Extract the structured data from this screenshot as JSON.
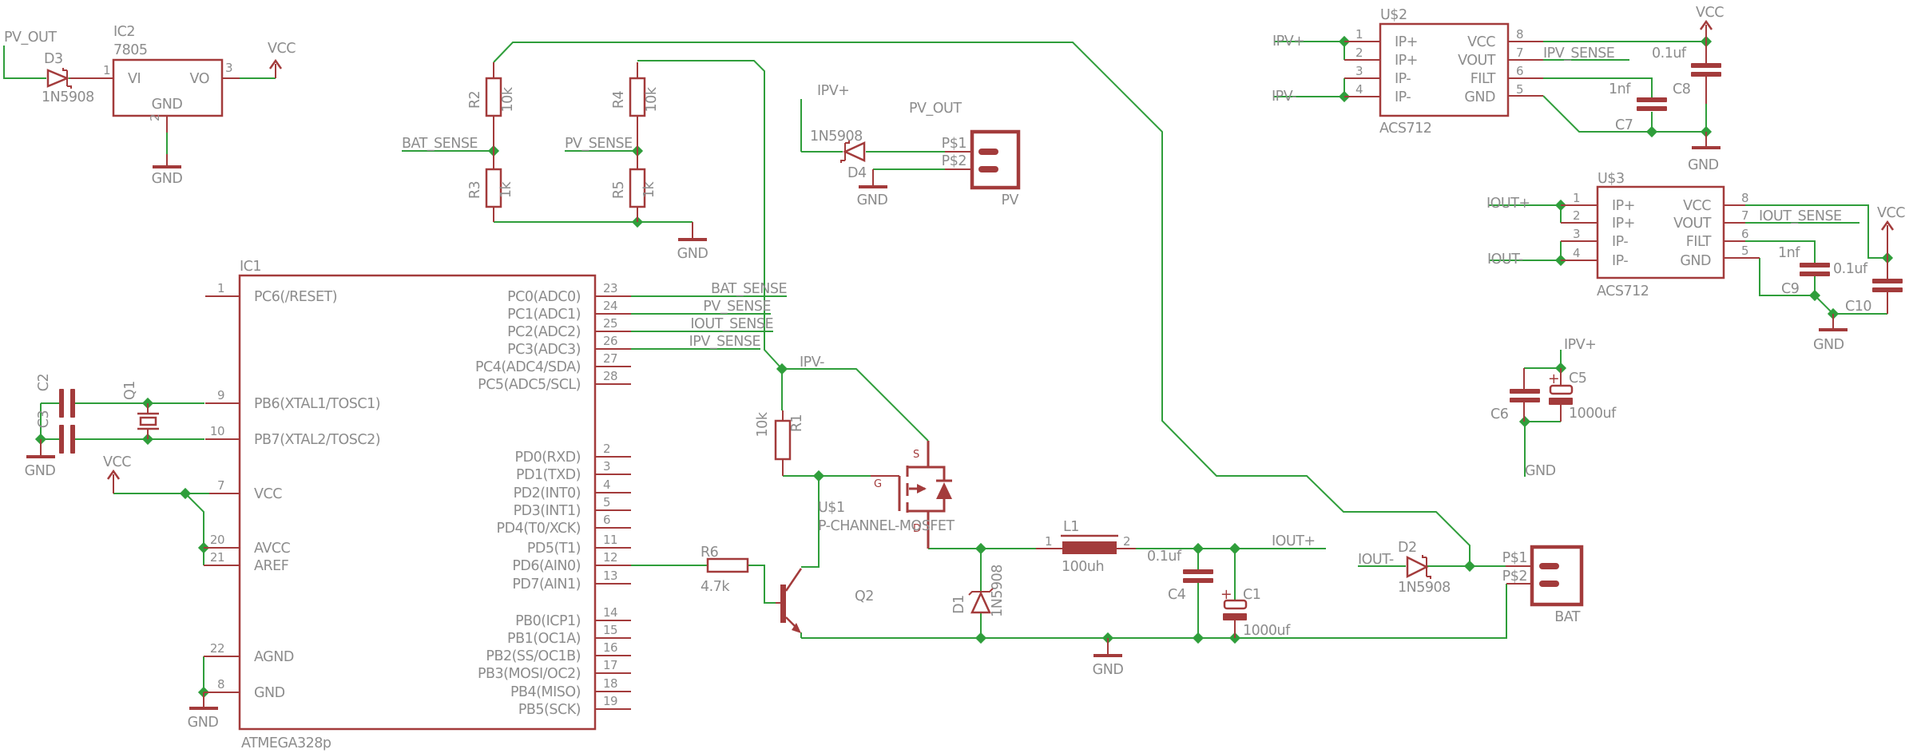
{
  "palette": {
    "wire_green": "#2f9e3b",
    "component_red": "#a33b3b",
    "label_gray": "#8c8c8c",
    "background": "#ffffff"
  },
  "reg": {
    "net_pv_out": "PV_OUT",
    "d3_name": "D3",
    "d3_value": "1N5908",
    "name": "IC2",
    "value": "7805",
    "pin_vi": "VI",
    "pin_vo": "VO",
    "pin_gnd": "GND",
    "num_in": "1",
    "num_out": "3",
    "num_gnd": "2",
    "vcc": "VCC",
    "gnd": "GND"
  },
  "div": {
    "r2_name": "R2",
    "r2_value": "10k",
    "r3_name": "R3",
    "r3_value": "1k",
    "r4_name": "R4",
    "r4_value": "10k",
    "r5_name": "R5",
    "r5_value": "1k",
    "bat_sense": "BAT_SENSE",
    "pv_sense": "PV_SENSE",
    "gnd": "GND"
  },
  "pv": {
    "ipv_plus": "IPV+",
    "d4_value": "1N5908",
    "d4_name": "D4",
    "gnd": "GND",
    "net_pv_out": "PV_OUT",
    "p1": "P$1",
    "p2": "P$2",
    "name": "PV"
  },
  "u2": {
    "name": "U$2",
    "value": "ACS712",
    "ip_a": "IP+",
    "ip_b": "IP+",
    "ip_c": "IP-",
    "ip_d": "IP-",
    "vcc": "VCC",
    "vout": "VOUT",
    "filt": "FILT",
    "gnd": "GND",
    "n1": "1",
    "n2": "2",
    "n3": "3",
    "n4": "4",
    "n5": "5",
    "n6": "6",
    "n7": "7",
    "n8": "8",
    "net_in": "IPV+",
    "net_out": "IPV-",
    "net_sense": "IPV_SENSE",
    "c8_value": "0.1uf",
    "c8_name": "C8",
    "c7_value": "1nf",
    "c7_name": "C7",
    "vcc_sym": "VCC",
    "gnd_sym": "GND"
  },
  "u3": {
    "name": "U$3",
    "value": "ACS712",
    "ip_a": "IP+",
    "ip_b": "IP+",
    "ip_c": "IP-",
    "ip_d": "IP-",
    "vcc": "VCC",
    "vout": "VOUT",
    "filt": "FILT",
    "gnd": "GND",
    "n1": "1",
    "n2": "2",
    "n3": "3",
    "n4": "4",
    "n5": "5",
    "n6": "6",
    "n7": "7",
    "n8": "8",
    "net_in": "IOUT+",
    "net_out": "IOUT-",
    "net_sense": "IOUT_SENSE",
    "c9_value": "1nf",
    "c9_name": "C9",
    "c10_value": "0.1uf",
    "c10_name": "C10",
    "vcc_sym": "VCC",
    "gnd_sym": "GND"
  },
  "bulk": {
    "net": "IPV+",
    "c5_name": "C5",
    "c5_value": "1000uf",
    "c5_plus": "+",
    "c6_name": "C6",
    "gnd": "GND"
  },
  "ic1": {
    "name": "IC1",
    "value": "ATMEGA328p",
    "left": [
      {
        "n": "1",
        "t": "PC6(/RESET)"
      },
      {
        "n": "9",
        "t": "PB6(XTAL1/TOSC1)"
      },
      {
        "n": "10",
        "t": "PB7(XTAL2/TOSC2)"
      },
      {
        "n": "7",
        "t": "VCC"
      },
      {
        "n": "20",
        "t": "AVCC"
      },
      {
        "n": "21",
        "t": "AREF"
      },
      {
        "n": "22",
        "t": "AGND"
      },
      {
        "n": "8",
        "t": "GND"
      }
    ],
    "right": [
      {
        "n": "23",
        "t": "PC0(ADC0)"
      },
      {
        "n": "24",
        "t": "PC1(ADC1)"
      },
      {
        "n": "25",
        "t": "PC2(ADC2)"
      },
      {
        "n": "26",
        "t": "PC3(ADC3)"
      },
      {
        "n": "27",
        "t": "PC4(ADC4/SDA)"
      },
      {
        "n": "28",
        "t": "PC5(ADC5/SCL)"
      },
      {
        "n": "2",
        "t": "PD0(RXD)"
      },
      {
        "n": "3",
        "t": "PD1(TXD)"
      },
      {
        "n": "4",
        "t": "PD2(INT0)"
      },
      {
        "n": "5",
        "t": "PD3(INT1)"
      },
      {
        "n": "6",
        "t": "PD4(T0/XCK)"
      },
      {
        "n": "11",
        "t": "PD5(T1)"
      },
      {
        "n": "12",
        "t": "PD6(AIN0)"
      },
      {
        "n": "13",
        "t": "PD7(AIN1)"
      },
      {
        "n": "14",
        "t": "PB0(ICP1)"
      },
      {
        "n": "15",
        "t": "PB1(OC1A)"
      },
      {
        "n": "16",
        "t": "PB2(SS/OC1B)"
      },
      {
        "n": "17",
        "t": "PB3(MOSI/OC2)"
      },
      {
        "n": "18",
        "t": "PB4(MISO)"
      },
      {
        "n": "19",
        "t": "PB5(SCK)"
      }
    ],
    "q1": "Q1",
    "c2": "C2",
    "c3": "C3",
    "gnd_xtal": "GND",
    "vcc": "VCC",
    "gnd_pwr": "GND",
    "bat_sense": "BAT_SENSE",
    "pv_sense": "PV_SENSE",
    "iout_sense": "IOUT_SENSE",
    "ipv_sense": "IPV_SENSE"
  },
  "sw": {
    "net_ipv_minus": "IPV-",
    "r1_name": "R1",
    "r1_value": "10k",
    "u1_name": "U$1",
    "u1_value": "P-CHANNEL-MOSFET",
    "pin_s": "S",
    "pin_g": "G",
    "pin_d": "D",
    "r6_name": "R6",
    "r6_value": "4.7k",
    "q2_name": "Q2"
  },
  "out": {
    "l1_name": "L1",
    "l1_value": "100uh",
    "l1_n1": "1",
    "l1_n2": "2",
    "c4_value": "0.1uf",
    "c4_name": "C4",
    "c1_name": "C1",
    "c1_value": "1000uf",
    "c1_plus": "+",
    "net_iout_plus": "IOUT+",
    "gnd": "GND",
    "d1_name": "D1",
    "d1_value": "1N5908"
  },
  "bat": {
    "net_iout_minus": "IOUT-",
    "d2_name": "D2",
    "d2_value": "1N5908",
    "p1": "P$1",
    "p2": "P$2",
    "name": "BAT"
  }
}
